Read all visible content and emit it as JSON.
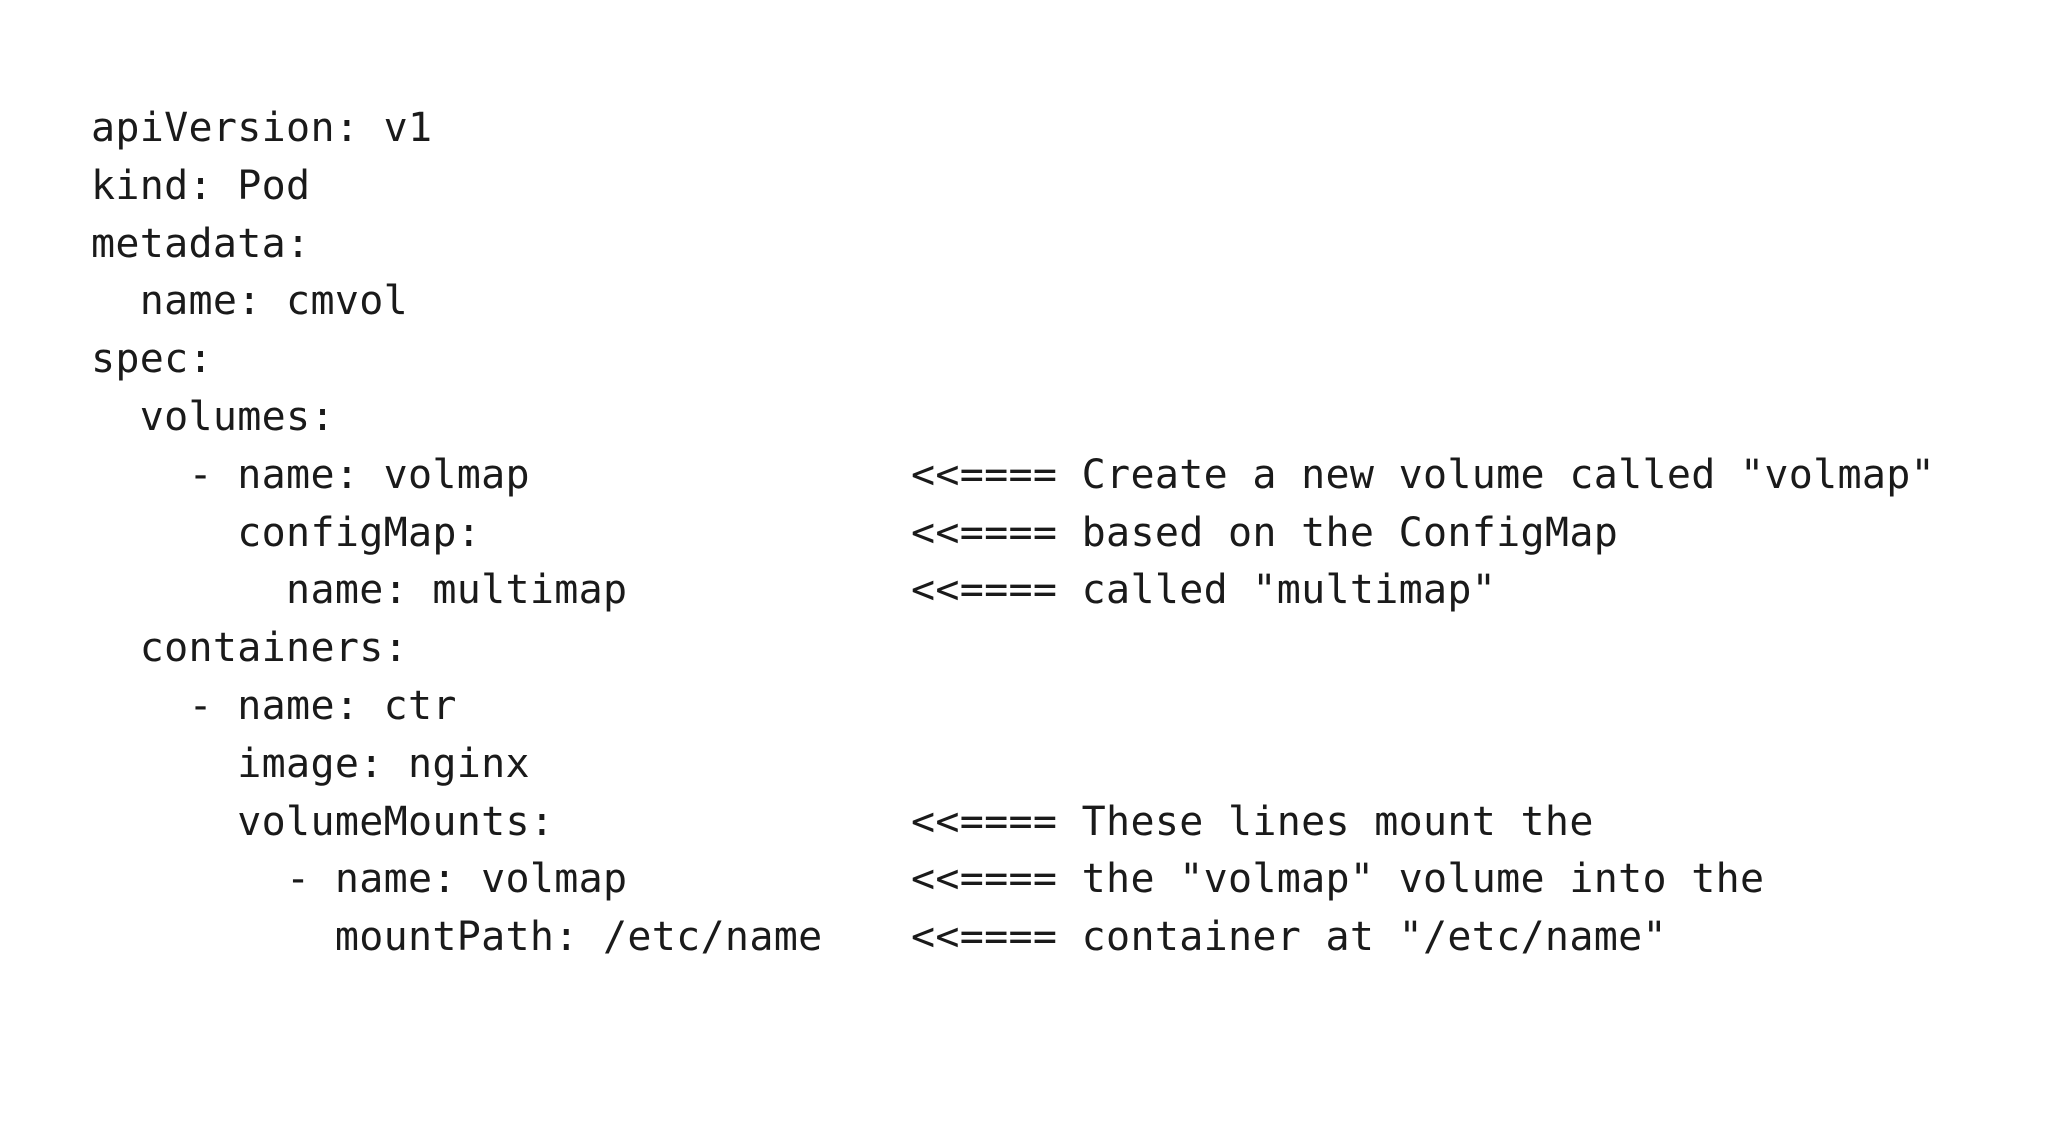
{
  "code": {
    "lines": [
      {
        "text": "apiVersion: v1",
        "annotation": ""
      },
      {
        "text": "kind: Pod",
        "annotation": ""
      },
      {
        "text": "metadata:",
        "annotation": ""
      },
      {
        "text": "  name: cmvol",
        "annotation": ""
      },
      {
        "text": "spec:",
        "annotation": ""
      },
      {
        "text": "  volumes:",
        "annotation": ""
      },
      {
        "text": "    - name: volmap",
        "annotation": "<<==== Create a new volume called \"volmap\""
      },
      {
        "text": "      configMap:",
        "annotation": "<<==== based on the ConfigMap"
      },
      {
        "text": "        name: multimap",
        "annotation": "<<==== called \"multimap\""
      },
      {
        "text": "  containers:",
        "annotation": ""
      },
      {
        "text": "    - name: ctr",
        "annotation": ""
      },
      {
        "text": "      image: nginx",
        "annotation": ""
      },
      {
        "text": "      volumeMounts:",
        "annotation": "<<==== These lines mount the"
      },
      {
        "text": "        - name: volmap",
        "annotation": "<<==== the \"volmap\" volume into the"
      },
      {
        "text": "          mountPath: /etc/name",
        "annotation": "<<==== container at \"/etc/name\""
      }
    ]
  }
}
